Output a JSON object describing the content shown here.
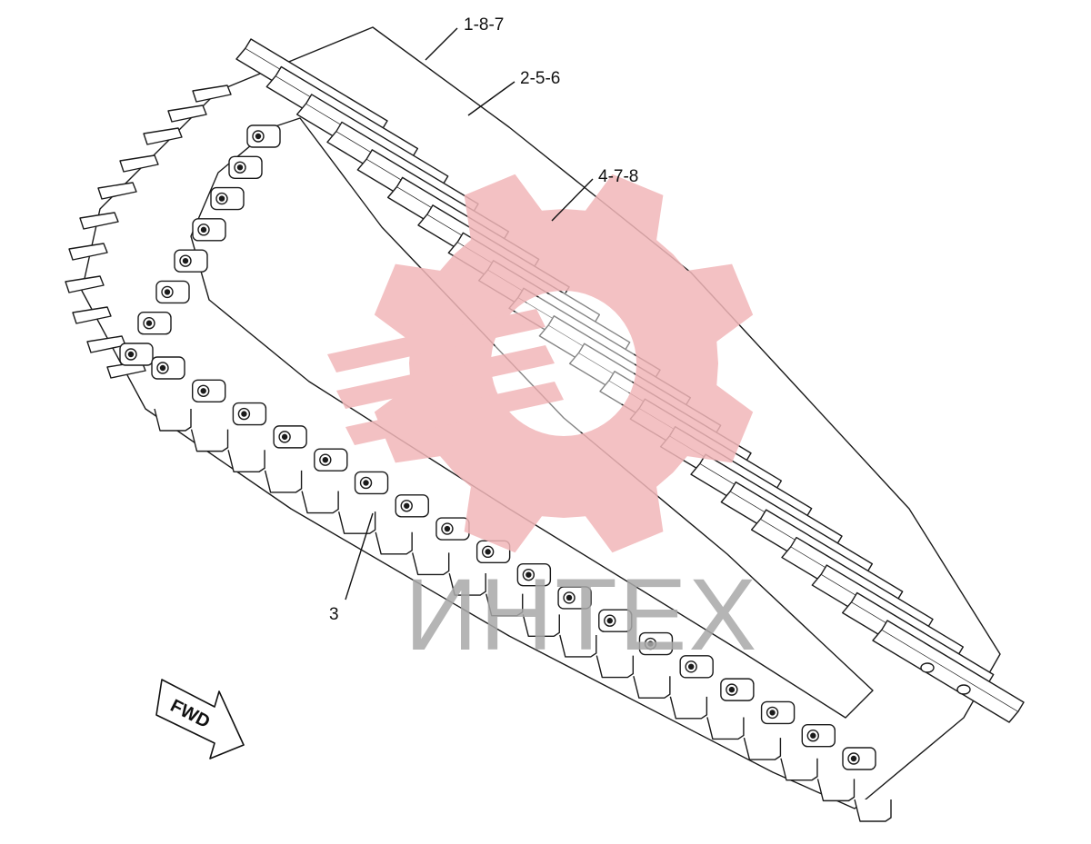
{
  "callouts": [
    {
      "id": "c1",
      "label": "1-8-7"
    },
    {
      "id": "c2",
      "label": "2-5-6"
    },
    {
      "id": "c3",
      "label": "4-7-8"
    },
    {
      "id": "c4",
      "label": "3"
    }
  ],
  "direction_marker": {
    "label": "FWD"
  },
  "watermark": {
    "label": "ИНТЕХ",
    "gear_color": "#f2b7b9",
    "text_color": "#a9a9a9"
  },
  "line_color": "#1a1a1a"
}
